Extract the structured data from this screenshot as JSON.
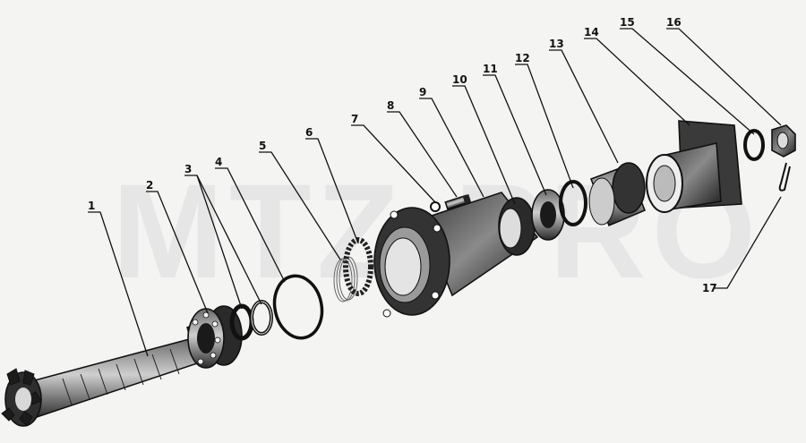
{
  "watermark": "MTZ-PRO",
  "callouts": [
    "1",
    "2",
    "3",
    "4",
    "5",
    "6",
    "7",
    "8",
    "9",
    "10",
    "11",
    "12",
    "13",
    "14",
    "15",
    "16",
    "17"
  ]
}
